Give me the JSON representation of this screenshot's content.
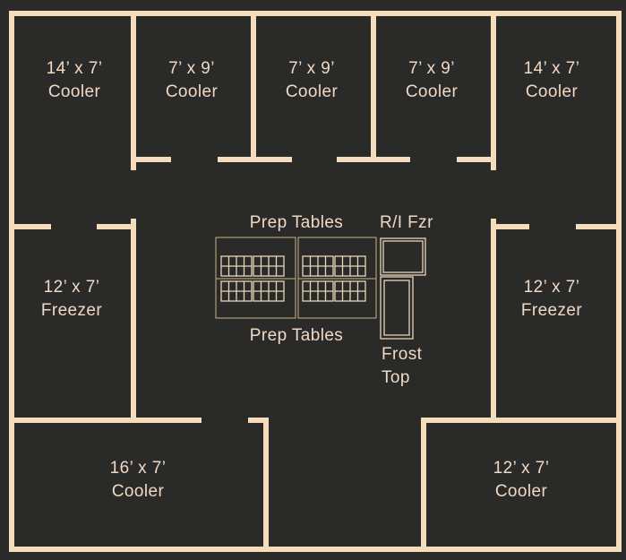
{
  "colors": {
    "background": "#2a2a28",
    "wall": "#f5dcbd",
    "text": "#f0d9c4",
    "equipment": "#c8b48a"
  },
  "rooms": [
    {
      "id": "cooler-1",
      "size": "14’ x 7’",
      "type": "Cooler"
    },
    {
      "id": "cooler-2",
      "size": "7’ x 9’",
      "type": "Cooler"
    },
    {
      "id": "cooler-3",
      "size": "7’ x 9’",
      "type": "Cooler"
    },
    {
      "id": "cooler-4",
      "size": "7’ x 9’",
      "type": "Cooler"
    },
    {
      "id": "cooler-5",
      "size": "14’ x 7’",
      "type": "Cooler"
    },
    {
      "id": "freezer-left",
      "size": "12’ x 7’",
      "type": "Freezer"
    },
    {
      "id": "freezer-right",
      "size": "12’ x 7’",
      "type": "Freezer"
    },
    {
      "id": "cooler-bottom-left",
      "size": "16’ x 7’",
      "type": "Cooler"
    },
    {
      "id": "cooler-bottom-right",
      "size": "12’ x 7’",
      "type": "Cooler"
    }
  ],
  "equipment": {
    "prep_tables_top": "Prep Tables",
    "prep_tables_bottom": "Prep Tables",
    "reach_in_freezer": "R/I Fzr",
    "frost_top_line1": "Frost",
    "frost_top_line2": "Top"
  }
}
